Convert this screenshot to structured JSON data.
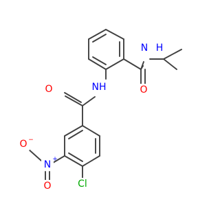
{
  "molecule": {
    "atoms": {
      "nh_amide1": {
        "symbol": "NH",
        "color": "#0000ff"
      },
      "o_amide1": {
        "symbol": "O",
        "color": "#ff0000"
      },
      "nh_amide2": {
        "symbol": "N",
        "sub": "H",
        "color": "#0000ff"
      },
      "o_amide2": {
        "symbol": "O",
        "color": "#ff0000"
      },
      "n_nitro": {
        "symbol": "N",
        "charge": "+",
        "color": "#0000ff"
      },
      "o_nitro_minus": {
        "symbol": "O",
        "charge": "−",
        "color": "#ff0000"
      },
      "o_nitro_double": {
        "symbol": "O",
        "color": "#ff0000"
      },
      "cl": {
        "symbol": "Cl",
        "color": "#00aa00"
      }
    },
    "bond_color": "#404040"
  }
}
